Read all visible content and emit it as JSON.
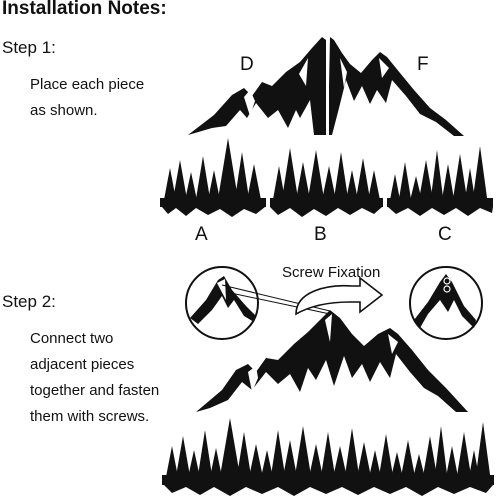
{
  "title": "Installation Notes:",
  "step1": {
    "heading": "Step 1:",
    "lines": [
      "Place each piece",
      "as shown."
    ],
    "top_labels": [
      "D",
      "F"
    ],
    "bottom_labels": [
      "A",
      "B",
      "C"
    ]
  },
  "step2": {
    "heading": "Step 2:",
    "lines": [
      "Connect two",
      "adjacent pieces",
      "together and fasten",
      "them with screws."
    ],
    "callout": "Screw Fixation"
  },
  "colors": {
    "ink": "#111111",
    "background": "#ffffff"
  }
}
